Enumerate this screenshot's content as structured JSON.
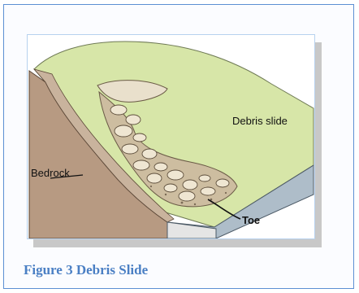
{
  "labels": {
    "debris_slide": "Debris slide",
    "bedrock": "Bedrock",
    "toe": "Toe"
  },
  "caption": "Figure 3 Debris Slide",
  "colors": {
    "frame_border": "#5c8fd3",
    "caption_text": "#4a7fc4",
    "grass": "#d7e6a8",
    "bedrock": "#b79a82",
    "soil_front": "#e5e5e5",
    "base_side": "#aebdc9",
    "debris": "#cdbda0"
  }
}
